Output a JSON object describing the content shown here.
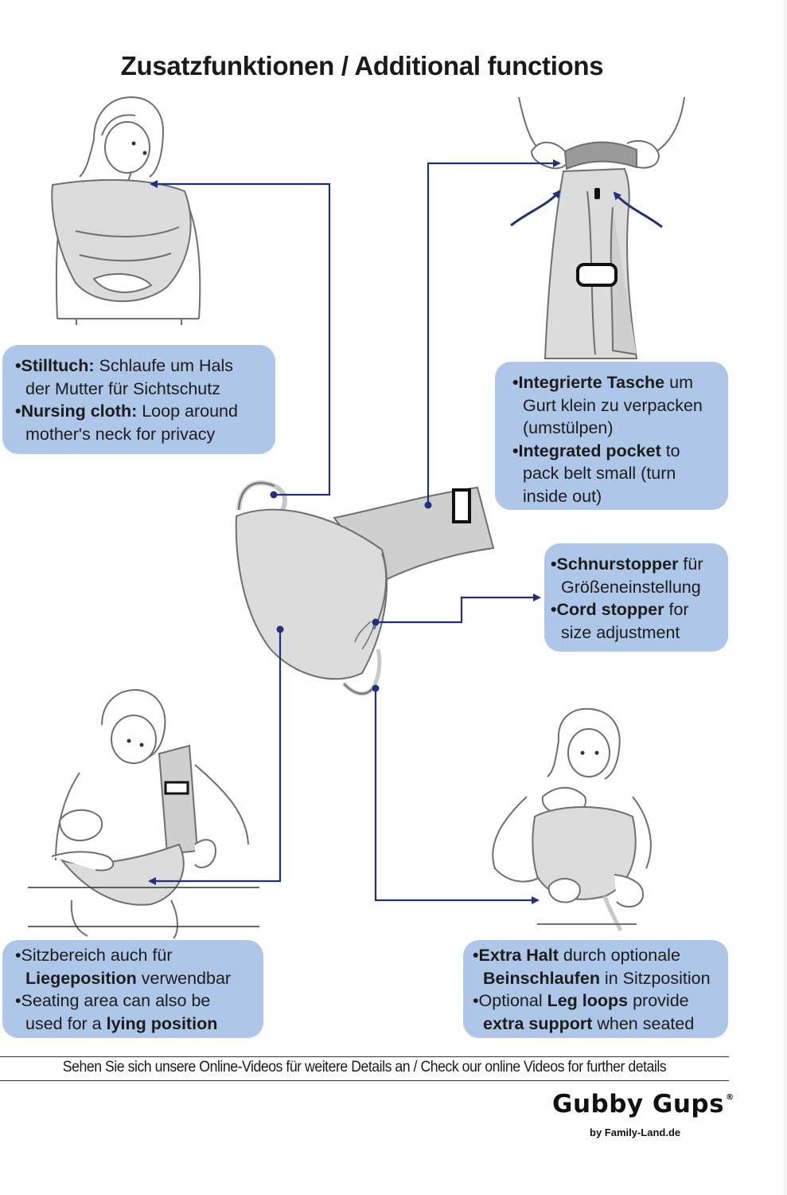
{
  "title": "Zusatzfunktionen / Additional functions",
  "features": {
    "nursing": {
      "de_bold": "•Stilltuch:",
      "de_rest": " Schlaufe um Hals",
      "de_line2": "der Mutter für Sichtschutz",
      "en_bold": "•Nursing cloth:",
      "en_rest": " Loop around",
      "en_line2": "mother's neck for privacy"
    },
    "pocket": {
      "de_bold": "•Integrierte Tasche",
      "de_rest": " um",
      "de_line2": "Gurt klein zu verpacken",
      "de_line3": "(umstülpen)",
      "en_bold": "•Integrated pocket",
      "en_rest": " to",
      "en_line2": "pack belt small (turn",
      "en_line3": "inside out)"
    },
    "cord": {
      "de_bold": "•Schnurstopper",
      "de_rest": " für",
      "de_line2": "Größeneinstellung",
      "en_bold": "•Cord stopper",
      "en_rest": " for",
      "en_line2": "size adjustment"
    },
    "seating": {
      "de_a": "•Sitzbereich auch für",
      "de_b_bold": "Liegeposition",
      "de_b_rest": " verwendbar",
      "en_a": "•Seating area can also be",
      "en_b_rest": "used for a ",
      "en_b_bold": "lying position"
    },
    "legloops": {
      "de_a_bold": "•Extra Halt",
      "de_a_rest": " durch optionale",
      "de_b_bold": "Beinschlaufen",
      "de_b_rest": " in Sitzposition",
      "en_a_pre": "•Optional ",
      "en_a_bold": "Leg loops",
      "en_a_rest": " provide",
      "en_b_bold": "extra support",
      "en_b_rest": " when seated"
    }
  },
  "footer": "Sehen Sie sich unsere Online-Videos für weitere Details an / Check our online Videos for further details",
  "brand": {
    "name": "Gubby Gups",
    "registered": "®",
    "tagline": "by Family-Land.de"
  },
  "colors": {
    "callout_bg": "#aec6e8",
    "connector": "#22307a",
    "sling": "#dcdcdc",
    "outline": "#6f6f6f"
  }
}
